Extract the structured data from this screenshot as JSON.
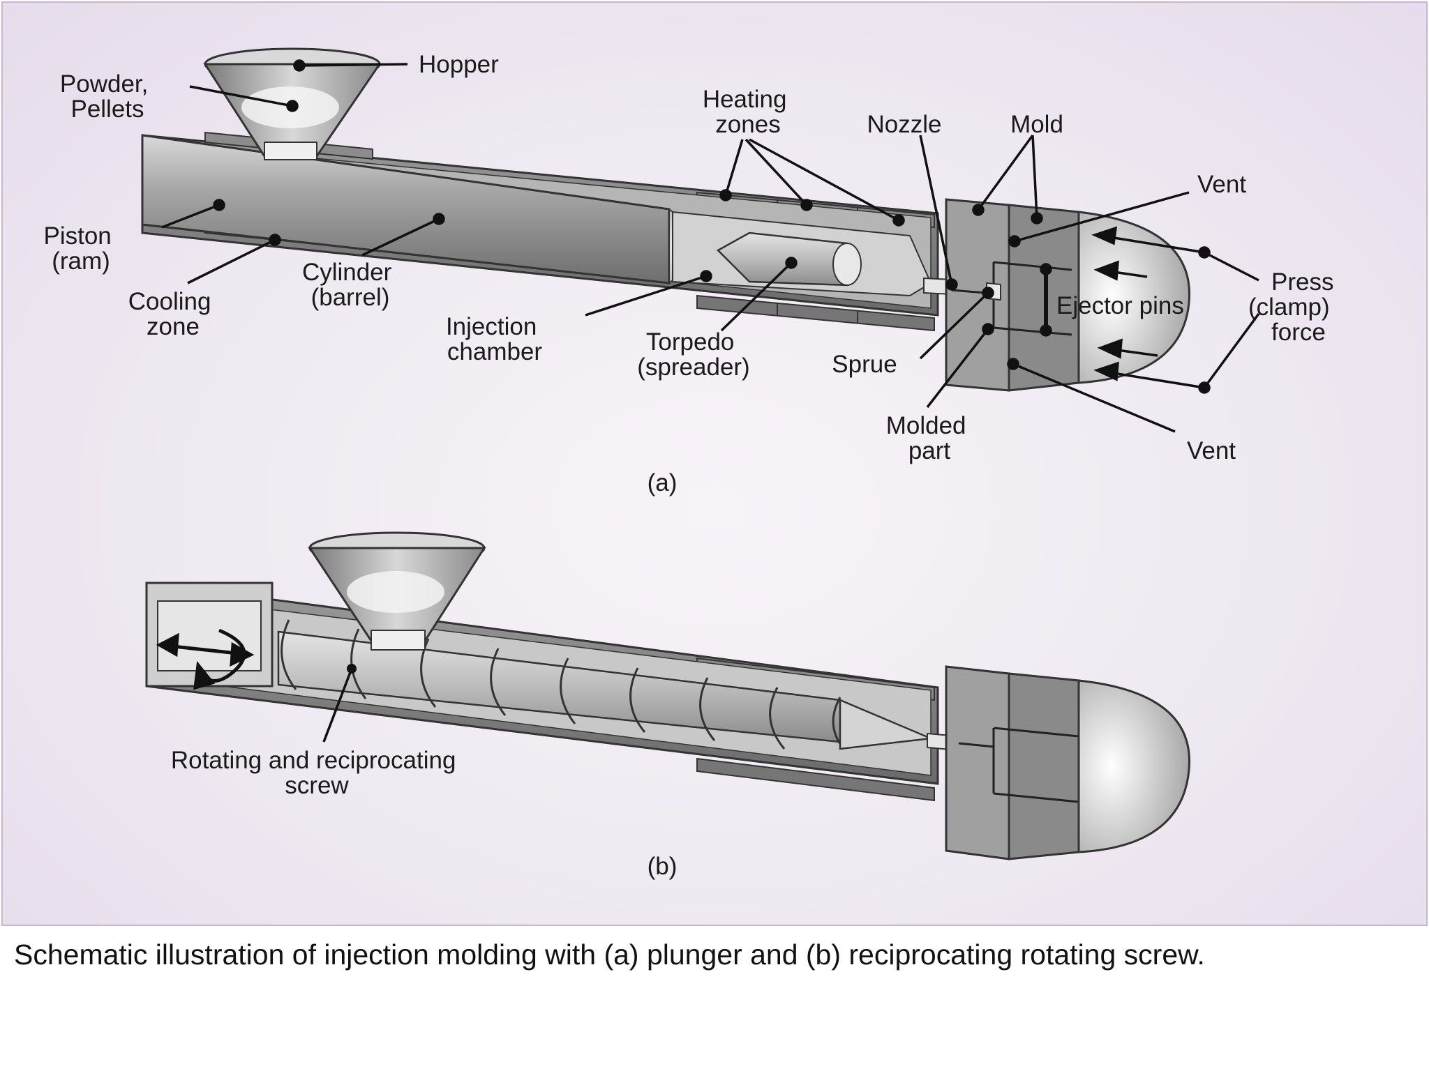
{
  "diagram_a": {
    "labels": {
      "powder_pellets": [
        "Powder,",
        "Pellets"
      ],
      "hopper": "Hopper",
      "heating_zones": [
        "Heating",
        "zones"
      ],
      "nozzle": "Nozzle",
      "mold": "Mold",
      "vent_top": "Vent",
      "piston": [
        "Piston",
        "(ram)"
      ],
      "cylinder": [
        "Cylinder",
        "(barrel)"
      ],
      "cooling_zone": [
        "Cooling",
        "zone"
      ],
      "injection_chamber": [
        "Injection",
        "chamber"
      ],
      "torpedo": [
        "Torpedo",
        "(spreader)"
      ],
      "sprue": "Sprue",
      "ejector_pins": "Ejector pins",
      "press_force": [
        "Press",
        "(clamp)",
        "force"
      ],
      "molded_part": [
        "Molded",
        "part"
      ],
      "vent_bottom": "Vent"
    },
    "panel_label": "(a)"
  },
  "diagram_b": {
    "labels": {
      "screw": [
        "Rotating and reciprocating",
        "screw"
      ]
    },
    "panel_label": "(b)"
  },
  "caption": "Schematic illustration of injection molding with (a) plunger and (b) reciprocating rotating screw."
}
